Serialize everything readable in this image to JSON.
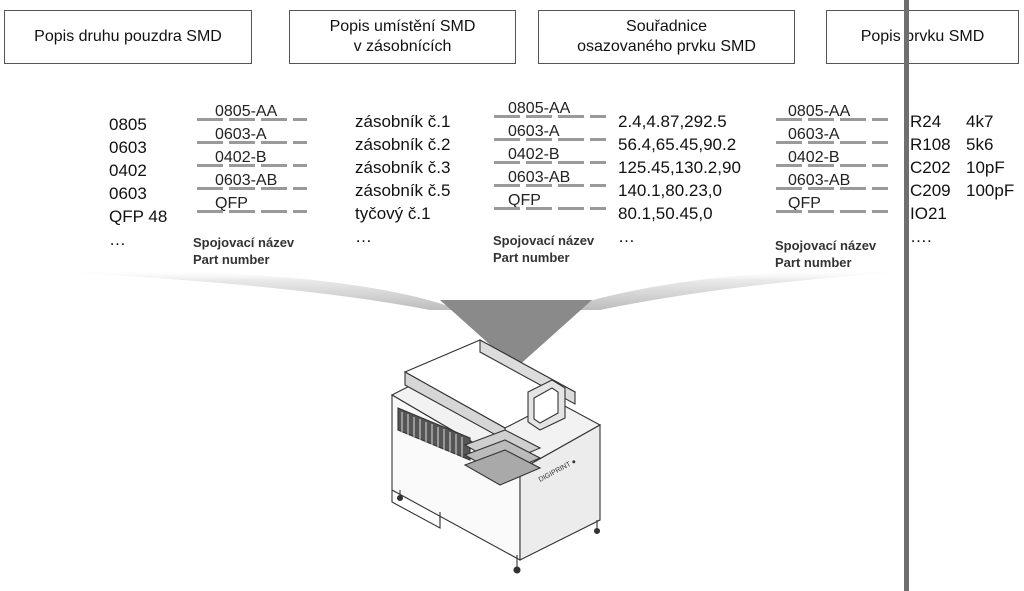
{
  "headers": {
    "housing": "Popis druhu pouzdra SMD",
    "location": [
      "Popis umístění SMD",
      "v zásobnících"
    ],
    "coords": [
      "Souřadnice",
      "osazovaného prvku SMD"
    ],
    "element": "Popis prvku SMD"
  },
  "housing_types": [
    "0805",
    "0603",
    "0402",
    "0603",
    "QFP 48",
    "…"
  ],
  "part_numbers": [
    "0805-AA",
    "0603-A",
    "0402-B",
    "0603-AB",
    "QFP"
  ],
  "locations": [
    "zásobník č.1",
    "zásobník č.2",
    "zásobník č.3",
    "zásobník č.5",
    "tyčový č.1",
    "…"
  ],
  "coordinates": [
    "2.4,4.87,292.5",
    "56.4,65.45,90.2",
    "125.45,130.2,90",
    "140.1,80.23,0",
    "80.1,50.45,0",
    "…"
  ],
  "designators": [
    "R24",
    "R108",
    "C202",
    "C209",
    "IO21",
    "…."
  ],
  "values": [
    "4k7",
    "5k6",
    "10pF",
    "100pF"
  ],
  "caption": {
    "line1": "Spojovací název",
    "line2": "Part number"
  },
  "machine_label": "DIGIPRINT ●"
}
